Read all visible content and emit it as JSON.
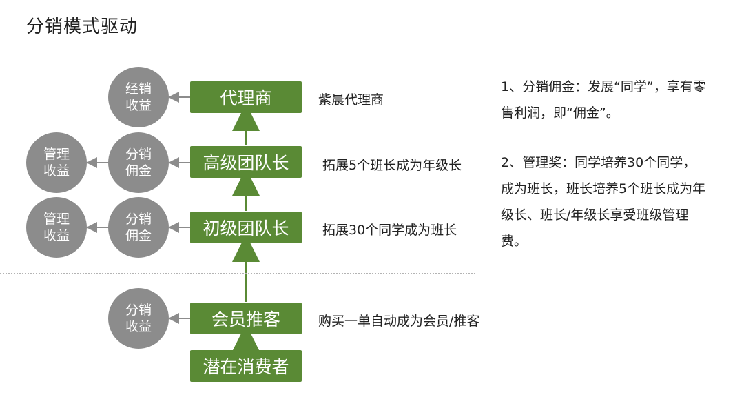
{
  "page": {
    "title": "分销模式驱动"
  },
  "levels": [
    {
      "label": "代理商",
      "description": "紫晨代理商"
    },
    {
      "label": "高级团队长",
      "description": "拓展5个班长成为年级长"
    },
    {
      "label": "初级团队长",
      "description": "拓展30个同学成为班长"
    },
    {
      "label": "会员推客",
      "description": "购买一单自动成为会员/推客"
    },
    {
      "label": "潜在消费者"
    }
  ],
  "benefits": {
    "agent": [
      "经销",
      "收益"
    ],
    "senior_distribution": [
      "分销",
      "佣金"
    ],
    "senior_management": [
      "管理",
      "收益"
    ],
    "junior_distribution": [
      "分销",
      "佣金"
    ],
    "junior_management": [
      "管理",
      "收益"
    ],
    "member": [
      "分销",
      "收益"
    ]
  },
  "notes": {
    "note1": "1、分销佣金：发展“同学”，享有零售利润，即“佣金”。",
    "note2": "2、管理奖：同学培养30个同学，成为班长，班长培养5个班长成为年级长、班长/年级长享受班级管理费。"
  },
  "colors": {
    "box": "#5a8a35",
    "circle": "#8c8c8c",
    "arrow_up": "#5a8a35",
    "arrow_left": "#8c8c8c"
  }
}
